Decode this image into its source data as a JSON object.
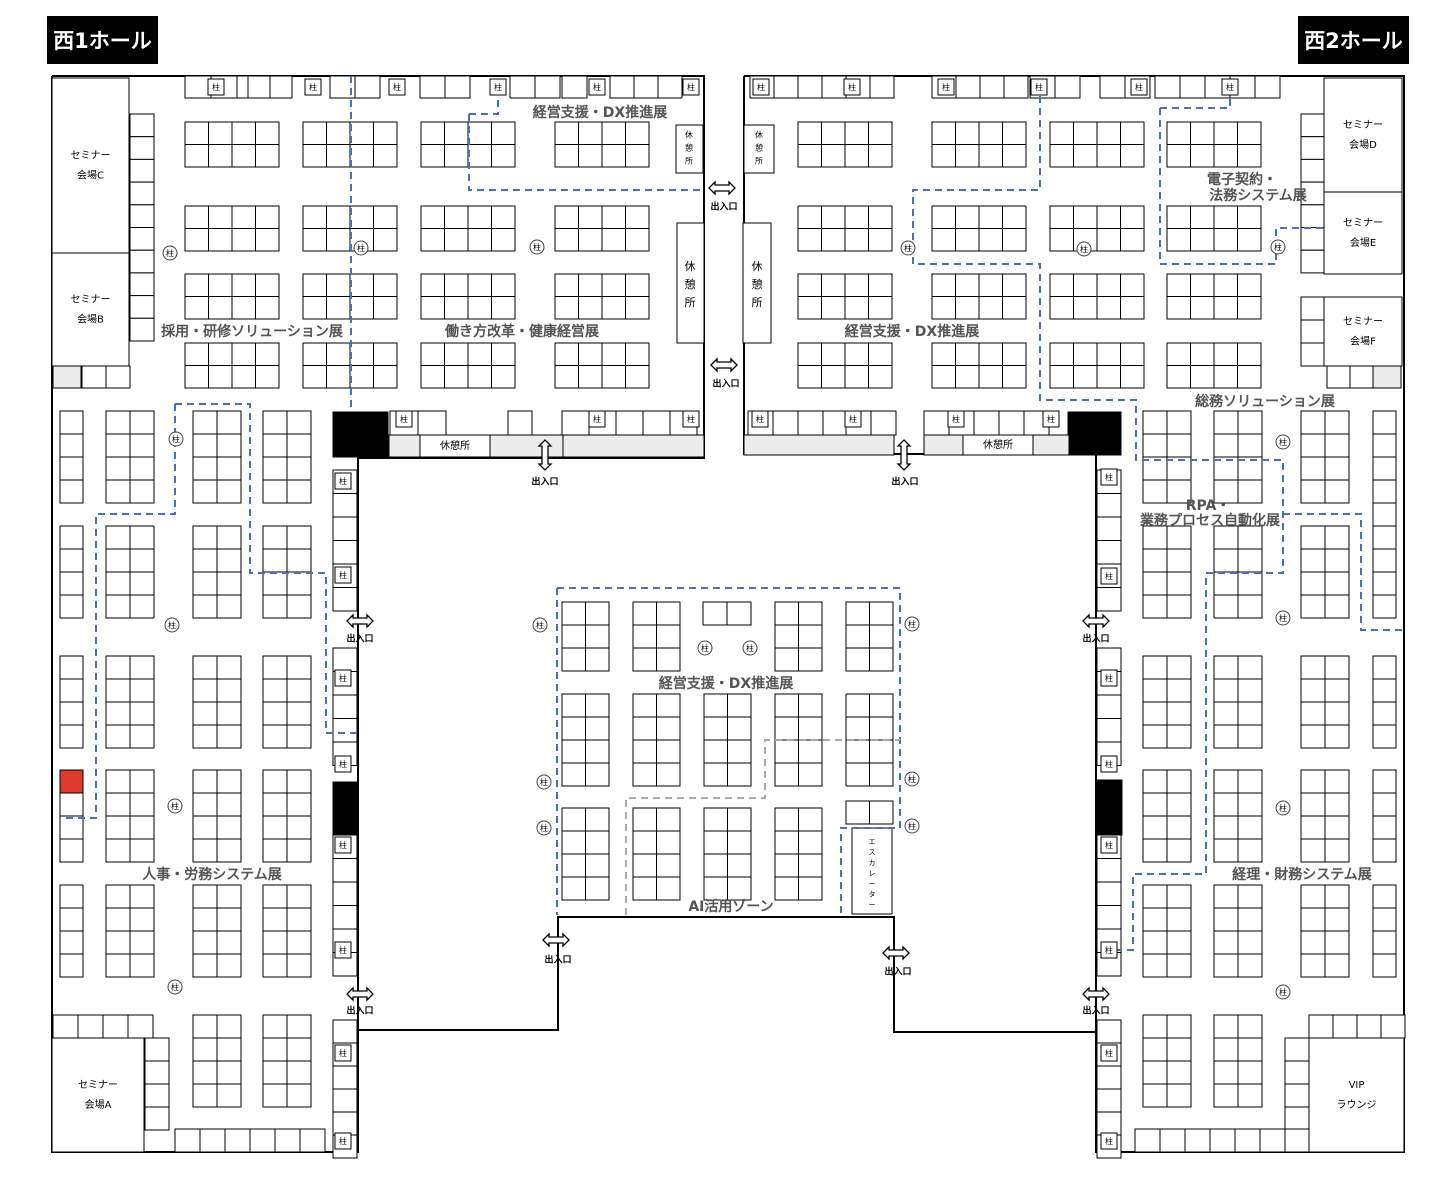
{
  "halls": {
    "west1": "西1ホール",
    "west2": "西2ホール"
  },
  "zones": {
    "keiei_north_left": "経営支援・DX推進展",
    "keiei_north_right": "経営支援・DX推進展",
    "keiei_center": "経営支援・DX推進展",
    "saiyo": "採用・研修ソリューション展",
    "hatarakikata": "働き方改革・健康経営展",
    "denshi1": "電子契約・",
    "denshi2": "法務システム展",
    "somu": "総務ソリューション展",
    "rpa1": "RPA・",
    "rpa2": "業務プロセス自動化展",
    "jinji": "人事・労務システム展",
    "keiri": "経理・財務システム展",
    "ai": "AI活用ゾーン"
  },
  "rooms": {
    "seminar_c": [
      "セミナー",
      "会場C"
    ],
    "seminar_b": [
      "セミナー",
      "会場B"
    ],
    "seminar_a": [
      "セミナー",
      "会場A"
    ],
    "seminar_d": [
      "セミナー",
      "会場D"
    ],
    "seminar_e": [
      "セミナー",
      "会場E"
    ],
    "seminar_f": [
      "セミナー",
      "会場F"
    ],
    "vip": [
      "VIP",
      "ラウンジ"
    ]
  },
  "labels": {
    "pillar": "柱",
    "entrance": "出入口",
    "rest": "休憩所",
    "rest_v": [
      "休",
      "憩",
      "所"
    ],
    "escalator": [
      "エ",
      "ス",
      "カ",
      "レ",
      "ー",
      "タ",
      "ー"
    ]
  },
  "colors": {
    "zone_border": "#4a72b0",
    "ai_border": "#aaaaaa",
    "highlight_booth": "#e03a2e",
    "zone_text": "#555555"
  }
}
